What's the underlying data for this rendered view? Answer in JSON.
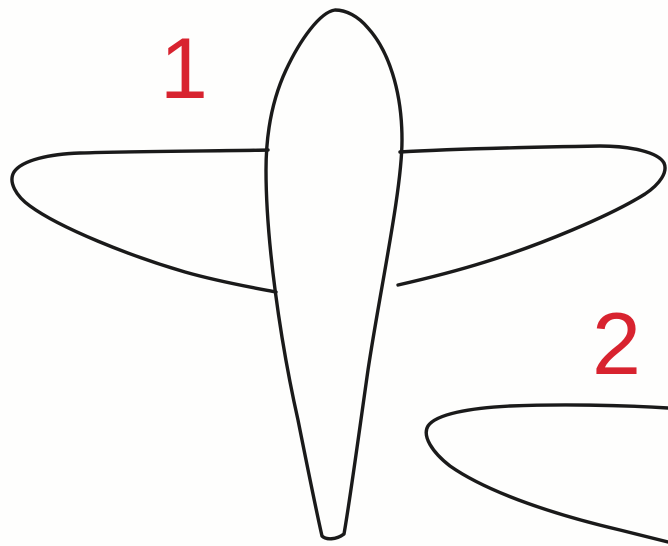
{
  "steps": {
    "first_label": "1",
    "second_label": "2"
  },
  "colors": {
    "label_color": "#d8232f",
    "ink_color": "#1a1a1a",
    "paper_color": "#fefefd"
  },
  "drawing": {
    "subject": "airplane-sketch"
  }
}
